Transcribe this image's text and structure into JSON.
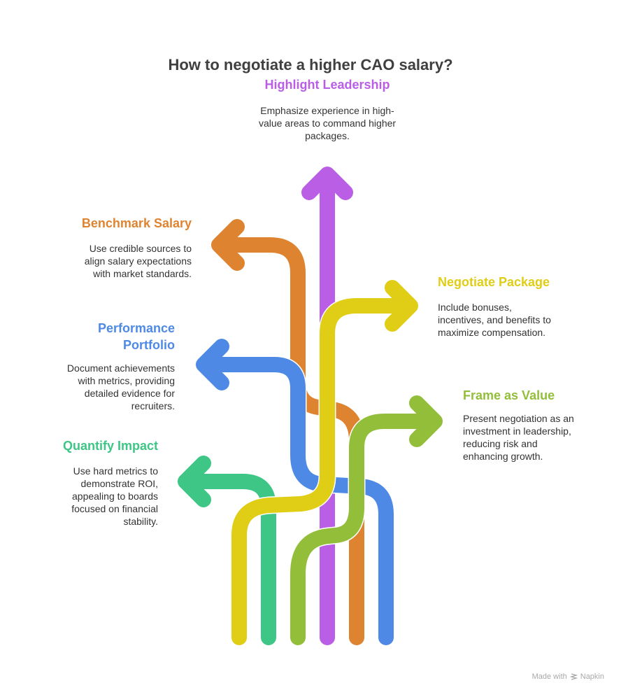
{
  "title": "How to negotiate a higher CAO salary?",
  "colors": {
    "purple": "#b95ee5",
    "orange": "#de8431",
    "yellow": "#e0cd16",
    "blue": "#4e8ae5",
    "lime": "#93be3a",
    "green": "#3ec686",
    "text": "#333333",
    "title": "#3f3f3f"
  },
  "items": [
    {
      "id": "highlight-leadership",
      "heading": "Highlight Leadership",
      "lines": [
        "Emphasize experience in high-",
        "value areas to command higher",
        "packages."
      ],
      "color_key": "purple",
      "direction": "up"
    },
    {
      "id": "benchmark-salary",
      "heading": "Benchmark Salary",
      "lines": [
        "Use credible sources to",
        "align salary expectations",
        "with market standards."
      ],
      "color_key": "orange",
      "direction": "left"
    },
    {
      "id": "negotiate-package",
      "heading": "Negotiate Package",
      "lines": [
        "Include bonuses,",
        "incentives, and benefits to",
        "maximize compensation."
      ],
      "color_key": "yellow",
      "direction": "right"
    },
    {
      "id": "performance-portfolio",
      "heading_lines": [
        "Performance",
        "Portfolio"
      ],
      "lines": [
        "Document achievements",
        "with metrics, providing",
        "detailed evidence for",
        "recruiters."
      ],
      "color_key": "blue",
      "direction": "left"
    },
    {
      "id": "frame-as-value",
      "heading": "Frame as Value",
      "lines": [
        "Present negotiation as an",
        "investment in leadership,",
        "reducing risk and",
        "enhancing growth."
      ],
      "color_key": "lime",
      "direction": "right"
    },
    {
      "id": "quantify-impact",
      "heading": "Quantify Impact",
      "lines": [
        "Use hard metrics to",
        "demonstrate ROI,",
        "appealing to boards",
        "focused on financial",
        "stability."
      ],
      "color_key": "green",
      "direction": "left"
    }
  ],
  "footer": {
    "made_with": "Made with",
    "brand": "Napkin"
  }
}
